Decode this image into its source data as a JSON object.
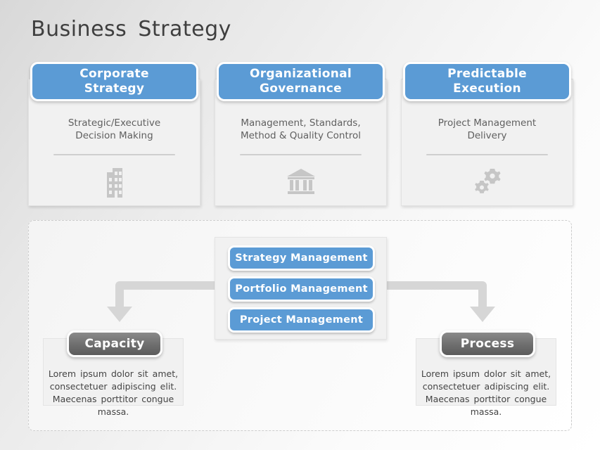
{
  "slide": {
    "title": "Business  Strategy",
    "accent_blue": "#5b9bd5",
    "dark_pill": "#6f6f6f",
    "card_bg": "#f1f1f1"
  },
  "cards": [
    {
      "title": "Corporate Strategy",
      "title_line1": "Corporate",
      "title_line2": "Strategy",
      "description": "Strategic/Executive Decision Making",
      "desc_line1": "Strategic/Executive",
      "desc_line2": "Decision Making",
      "icon": "office-building-icon"
    },
    {
      "title": "Organizational Governance",
      "title_line1": "Organizational",
      "title_line2": "Governance",
      "description": "Management, Standards, Method & Quality Control",
      "desc_line1": "Management, Standards,",
      "desc_line2": "Method & Quality Control",
      "icon": "bank-building-icon"
    },
    {
      "title": "Predictable Execution",
      "title_line1": "Predictable",
      "title_line2": "Execution",
      "description": "Project Management Delivery",
      "desc_line1": "Project Management",
      "desc_line2": "Delivery",
      "icon": "gears-icon"
    }
  ],
  "center_stack": {
    "items": [
      {
        "label": "Strategy Management"
      },
      {
        "label": "Portfolio Management"
      },
      {
        "label": "Project Management"
      }
    ]
  },
  "outcomes": [
    {
      "label": "Capacity",
      "text": "Lorem ipsum dolor sit amet, consectetuer adipiscing elit. Maecenas porttitor congue massa."
    },
    {
      "label": "Process",
      "text": "Lorem ipsum dolor sit amet, consectetuer adipiscing elit. Maecenas porttitor congue massa."
    }
  ],
  "arrows": [
    {
      "name": "arrow-center-to-capacity",
      "direction": "left-then-down"
    },
    {
      "name": "arrow-center-to-process",
      "direction": "right-then-down"
    }
  ]
}
